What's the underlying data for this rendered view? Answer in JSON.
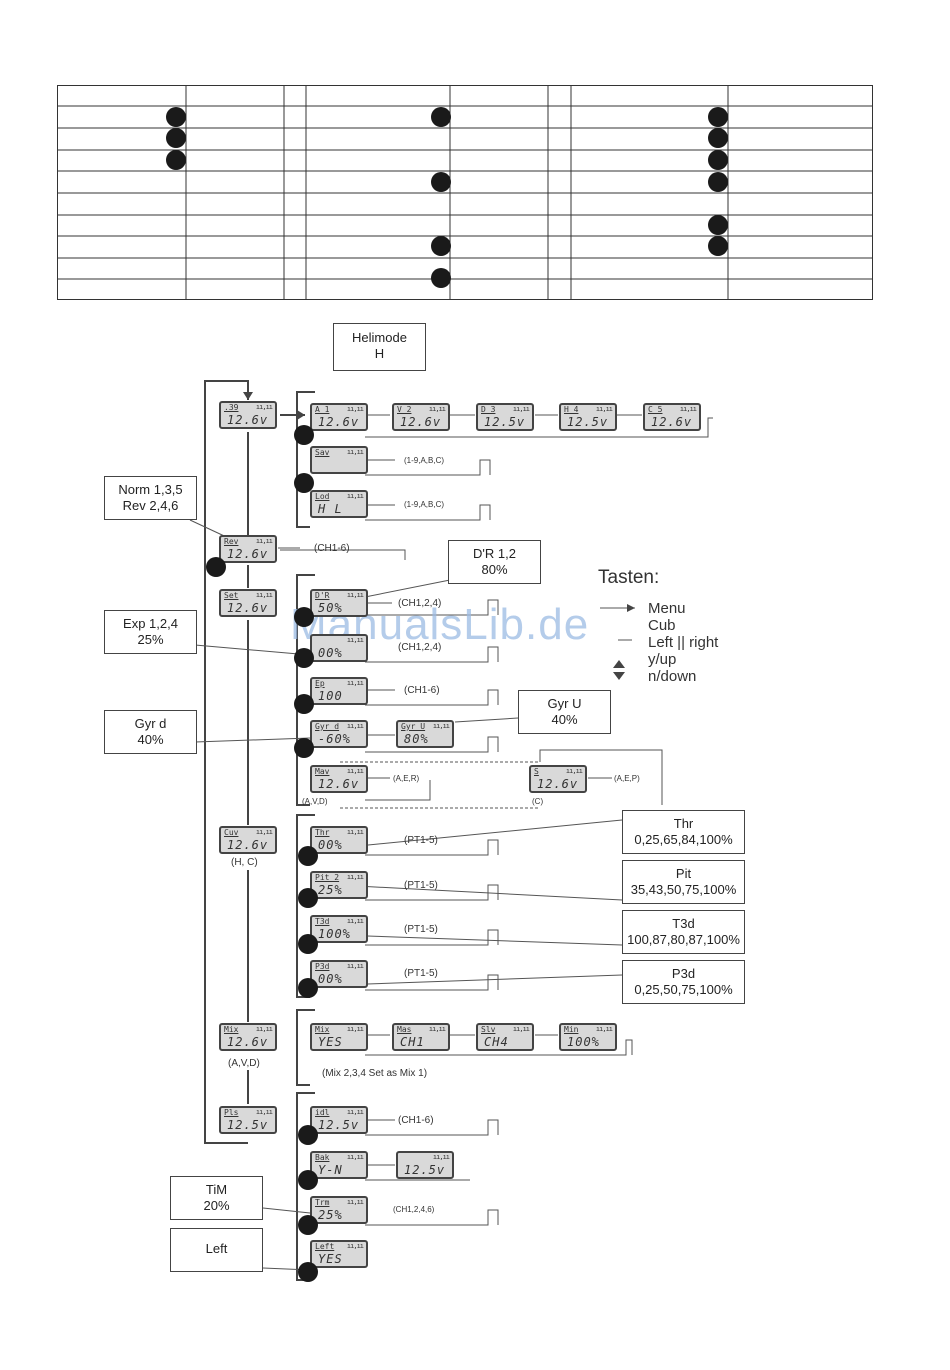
{
  "callouts": {
    "helimode": [
      "Helimode",
      "H"
    ],
    "norm_rev": [
      "Norm 1,3,5",
      "Rev 2,4,6"
    ],
    "dr": [
      "D'R 1,2",
      "80%"
    ],
    "exp": [
      "Exp 1,2,4",
      "25%"
    ],
    "gyr_d": [
      "Gyr d",
      "40%"
    ],
    "gyr_u": [
      "Gyr U",
      "40%"
    ],
    "thr": [
      "Thr",
      "0,25,65,84,100%"
    ],
    "pit": [
      "Pit",
      "35,43,50,75,100%"
    ],
    "t3d": [
      "T3d",
      "100,87,80,87,100%"
    ],
    "p3d": [
      "P3d",
      "0,25,50,75,100%"
    ],
    "tim": [
      "TiM",
      "20%"
    ],
    "left": [
      "Left"
    ]
  },
  "legend": {
    "title": "Tasten:",
    "items": [
      "Menu",
      "Cub",
      "Left || right",
      "y/up",
      "n/down"
    ]
  },
  "watermark": "ManualsLib.de",
  "annotations": {
    "ab1": "(1-9,A,B,C)",
    "ab2": "(1-9,A,B,C)",
    "ch16a": "(CH1-6)",
    "ch124a": "(CH1,2,4)",
    "ch124b": "(CH1,2,4)",
    "ch16b": "(CH1-6)",
    "aer1": "(A,E,R)",
    "aer2": "(A,E,P)",
    "avd1": "(A,V,D)",
    "c1": "(C)",
    "pt1": "(PT1-5)",
    "pt2": "(PT1-5)",
    "pt3": "(PT1-5)",
    "pt4": "(PT1-5)",
    "hc": "(H, C)",
    "avd2": "(A,V,D)",
    "mixnote": "(Mix 2,3,4 Set as Mix 1)",
    "ch16c": "(CH1-6)",
    "ch1246": "(CH1,2,4,6)"
  },
  "lcds": {
    "m39": {
      "top": ".39",
      "bot": "12.6v"
    },
    "a1": {
      "top": "A 1",
      "bot": "12.6v"
    },
    "v2": {
      "top": "V 2",
      "bot": "12.6v"
    },
    "d3": {
      "top": "D 3",
      "bot": "12.5v"
    },
    "h4": {
      "top": "H 4",
      "bot": "12.5v"
    },
    "c5": {
      "top": "C 5",
      "bot": "12.6v"
    },
    "sav": {
      "top": "Sav",
      "bot": ""
    },
    "lod": {
      "top": "Lod",
      "bot": "H L"
    },
    "rev": {
      "top": "Rev",
      "bot": "12.6v"
    },
    "set": {
      "top": "Set",
      "bot": "12.6v"
    },
    "dr": {
      "top": "D'R",
      "bot": "50%"
    },
    "ep": {
      "top": "",
      "bot": "00%"
    },
    "ep2": {
      "top": "Ep",
      "bot": "100"
    },
    "gyrd": {
      "top": "Gyr d",
      "bot": "-60%"
    },
    "gyru": {
      "top": "Gyr U",
      "bot": "80%"
    },
    "mav": {
      "top": "Mav",
      "bot": "12.6v"
    },
    "sw": {
      "top": "S",
      "bot": "12.6v"
    },
    "cuv": {
      "top": "Cuv",
      "bot": "12.6v"
    },
    "thr": {
      "top": "Thr",
      "bot": "00%"
    },
    "pit2": {
      "top": "Pit 2",
      "bot": "25%"
    },
    "t3d": {
      "top": "T3d",
      "bot": "100%"
    },
    "p3d": {
      "top": "P3d",
      "bot": "00%"
    },
    "mix": {
      "top": "Mix",
      "bot": "12.6v"
    },
    "mix1": {
      "top": "Mix",
      "bot": "YES"
    },
    "mas": {
      "top": "Mas",
      "bot": "CH1"
    },
    "slv": {
      "top": "Slv",
      "bot": "CH4"
    },
    "min": {
      "top": "Min",
      "bot": "100%"
    },
    "pls": {
      "top": "Pls",
      "bot": "12.5v"
    },
    "idl": {
      "top": "idl",
      "bot": "12.5v"
    },
    "bak": {
      "top": "Bak",
      "bot": "Y-N"
    },
    "bak2": {
      "top": "",
      "bot": "12.5v"
    },
    "trm": {
      "top": "Trm",
      "bot": "25%"
    },
    "left": {
      "top": "Left",
      "bot": "YES"
    }
  }
}
